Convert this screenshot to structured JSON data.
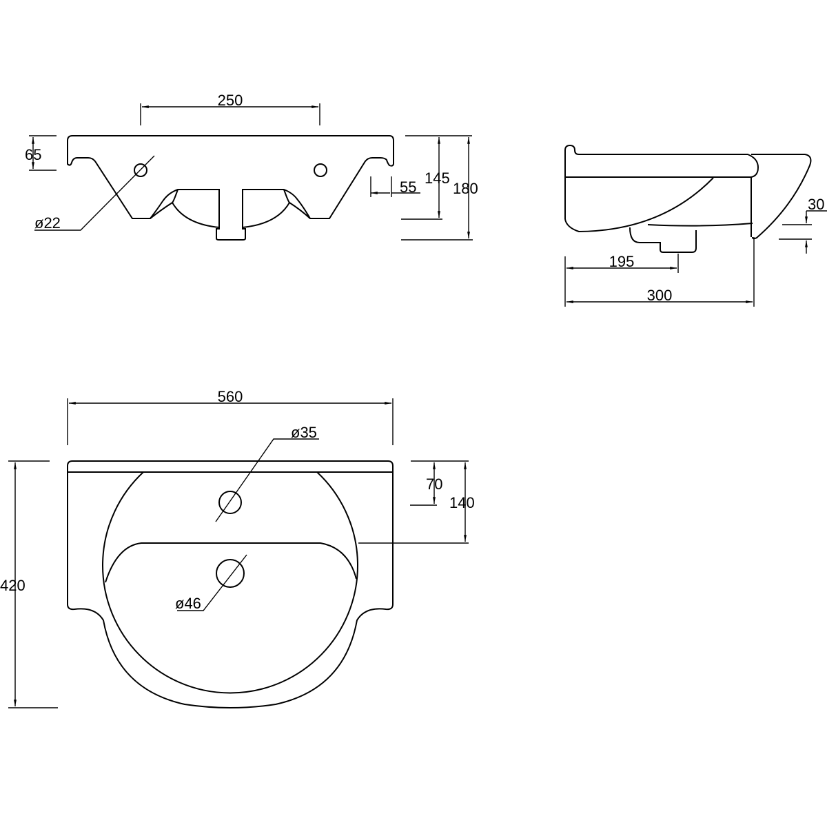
{
  "front_view": {
    "dims": {
      "tap_spacing": "250",
      "rim_height": "65",
      "tap_hole": "ø22",
      "overflow_offset": "55",
      "bowl_depth": "145",
      "overall_height": "180"
    }
  },
  "side_view": {
    "dims": {
      "waste_position": "195",
      "depth": "300",
      "rim_thickness": "30"
    }
  },
  "plan_view": {
    "dims": {
      "width": "560",
      "tap_hole": "ø35",
      "tap_hole_offset": "70",
      "deck_depth": "140",
      "overall_projection": "420",
      "waste_hole": "ø46"
    }
  }
}
